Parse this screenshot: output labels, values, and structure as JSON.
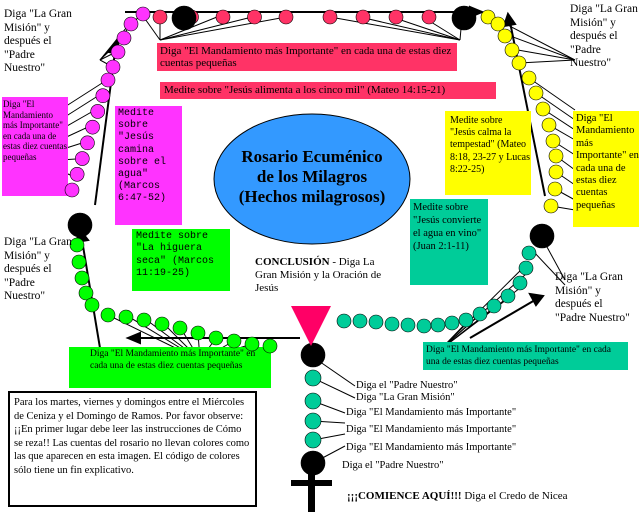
{
  "title": {
    "line1": "Rosario Ecuménico",
    "line2": "de los Milagros",
    "line3": "(Hechos milagrosos)"
  },
  "boxes": {
    "top_instruction": "Diga \"El Mandamiento más Importante\" en cada una de estas diez cuentas pequeñas",
    "top_meditation": "Medite sobre \"Jesús alimenta a los cinco mil\" (Mateo 14:15-21)",
    "left_instruction": "Diga \"El Mandamiento más Importante\" en cada una de estas diez cuentas pequeñas",
    "left_meditation": "Medite sobre \"Jesús camina sobre el agua\" (Marcos 6:47-52)",
    "right_meditation": "Medite sobre \"Jesús calma la tempestad\" (Mateo 8:18, 23-27 y Lucas 8:22-25)",
    "right_instruction": "Diga \"El Mandamiento más Importante\" en cada una de estas diez cuentas pequeñas",
    "bottom_left_meditation": "Medite sobre \"La higuera seca\" (Marcos 11:19-25)",
    "bottom_left_instruction": "Diga \"El Mandamiento más Importante\" en cada una de estas diez cuentas pequeñas",
    "bottom_right_meditation": "Medite sobre \"Jesús convierte el agua en vino\" (Juan 2:1-11)",
    "bottom_right_instruction": "Diga \"El Mandamiento más Importante\" en cada una de estas diez cuentas pequeñas"
  },
  "labels": {
    "top_left": "Diga \"La Gran Misión\" y después el \"Padre Nuestro\"",
    "top_right": "Diga \"La Gran Misión\" y después el \"Padre Nuestro\"",
    "mid_left": "Diga \"La Gran Misión\" y después el \"Padre Nuestro\"",
    "mid_right": "Diga \"La Gran Misión\" y después el \"Padre Nuestro\"",
    "conclusion_bold": "CONCLUSIÓN",
    "conclusion_text": " - Diga La Gran Misión y la Oración de Jesús",
    "stem_1": "Diga el \"Padre Nuestro\"",
    "stem_2": "Diga \"La Gran Misión\"",
    "stem_3": "Diga \"El Mandamiento más Importante\"",
    "stem_4": "Diga \"El Mandamiento más Importante\"",
    "stem_5": "Diga \"El Mandamiento más Importante\"",
    "stem_6": "Diga el \"Padre Nuestro\"",
    "start_bold": "¡¡¡COMIENCE AQUÍ!!!",
    "start_text": " Diga el Credo de Nicea"
  },
  "note": "Para los martes, viernes y domingos entre el Miércoles de Ceniza y el Domingo de Ramos. Por favor observe: ¡¡En primer lugar debe leer las instrucciones de Cómo se reza!! Las cuentas del rosario no llevan colores como las que aparecen en esta imagen. El código de colores sólo tiene un fin explicativo.",
  "colors": {
    "red_box": "#ff3366",
    "magenta_box": "#ff33ff",
    "yellow_box": "#ffff00",
    "green_box": "#00ff00",
    "teal_box": "#00cc99",
    "ellipse": "#3399ff",
    "magenta_bead": "#ff33ff",
    "yellow_bead": "#ffff00",
    "green_bead": "#00ff00",
    "teal_bead": "#00cc99",
    "black_bead": "#000000",
    "triangle": "#ff0066"
  }
}
